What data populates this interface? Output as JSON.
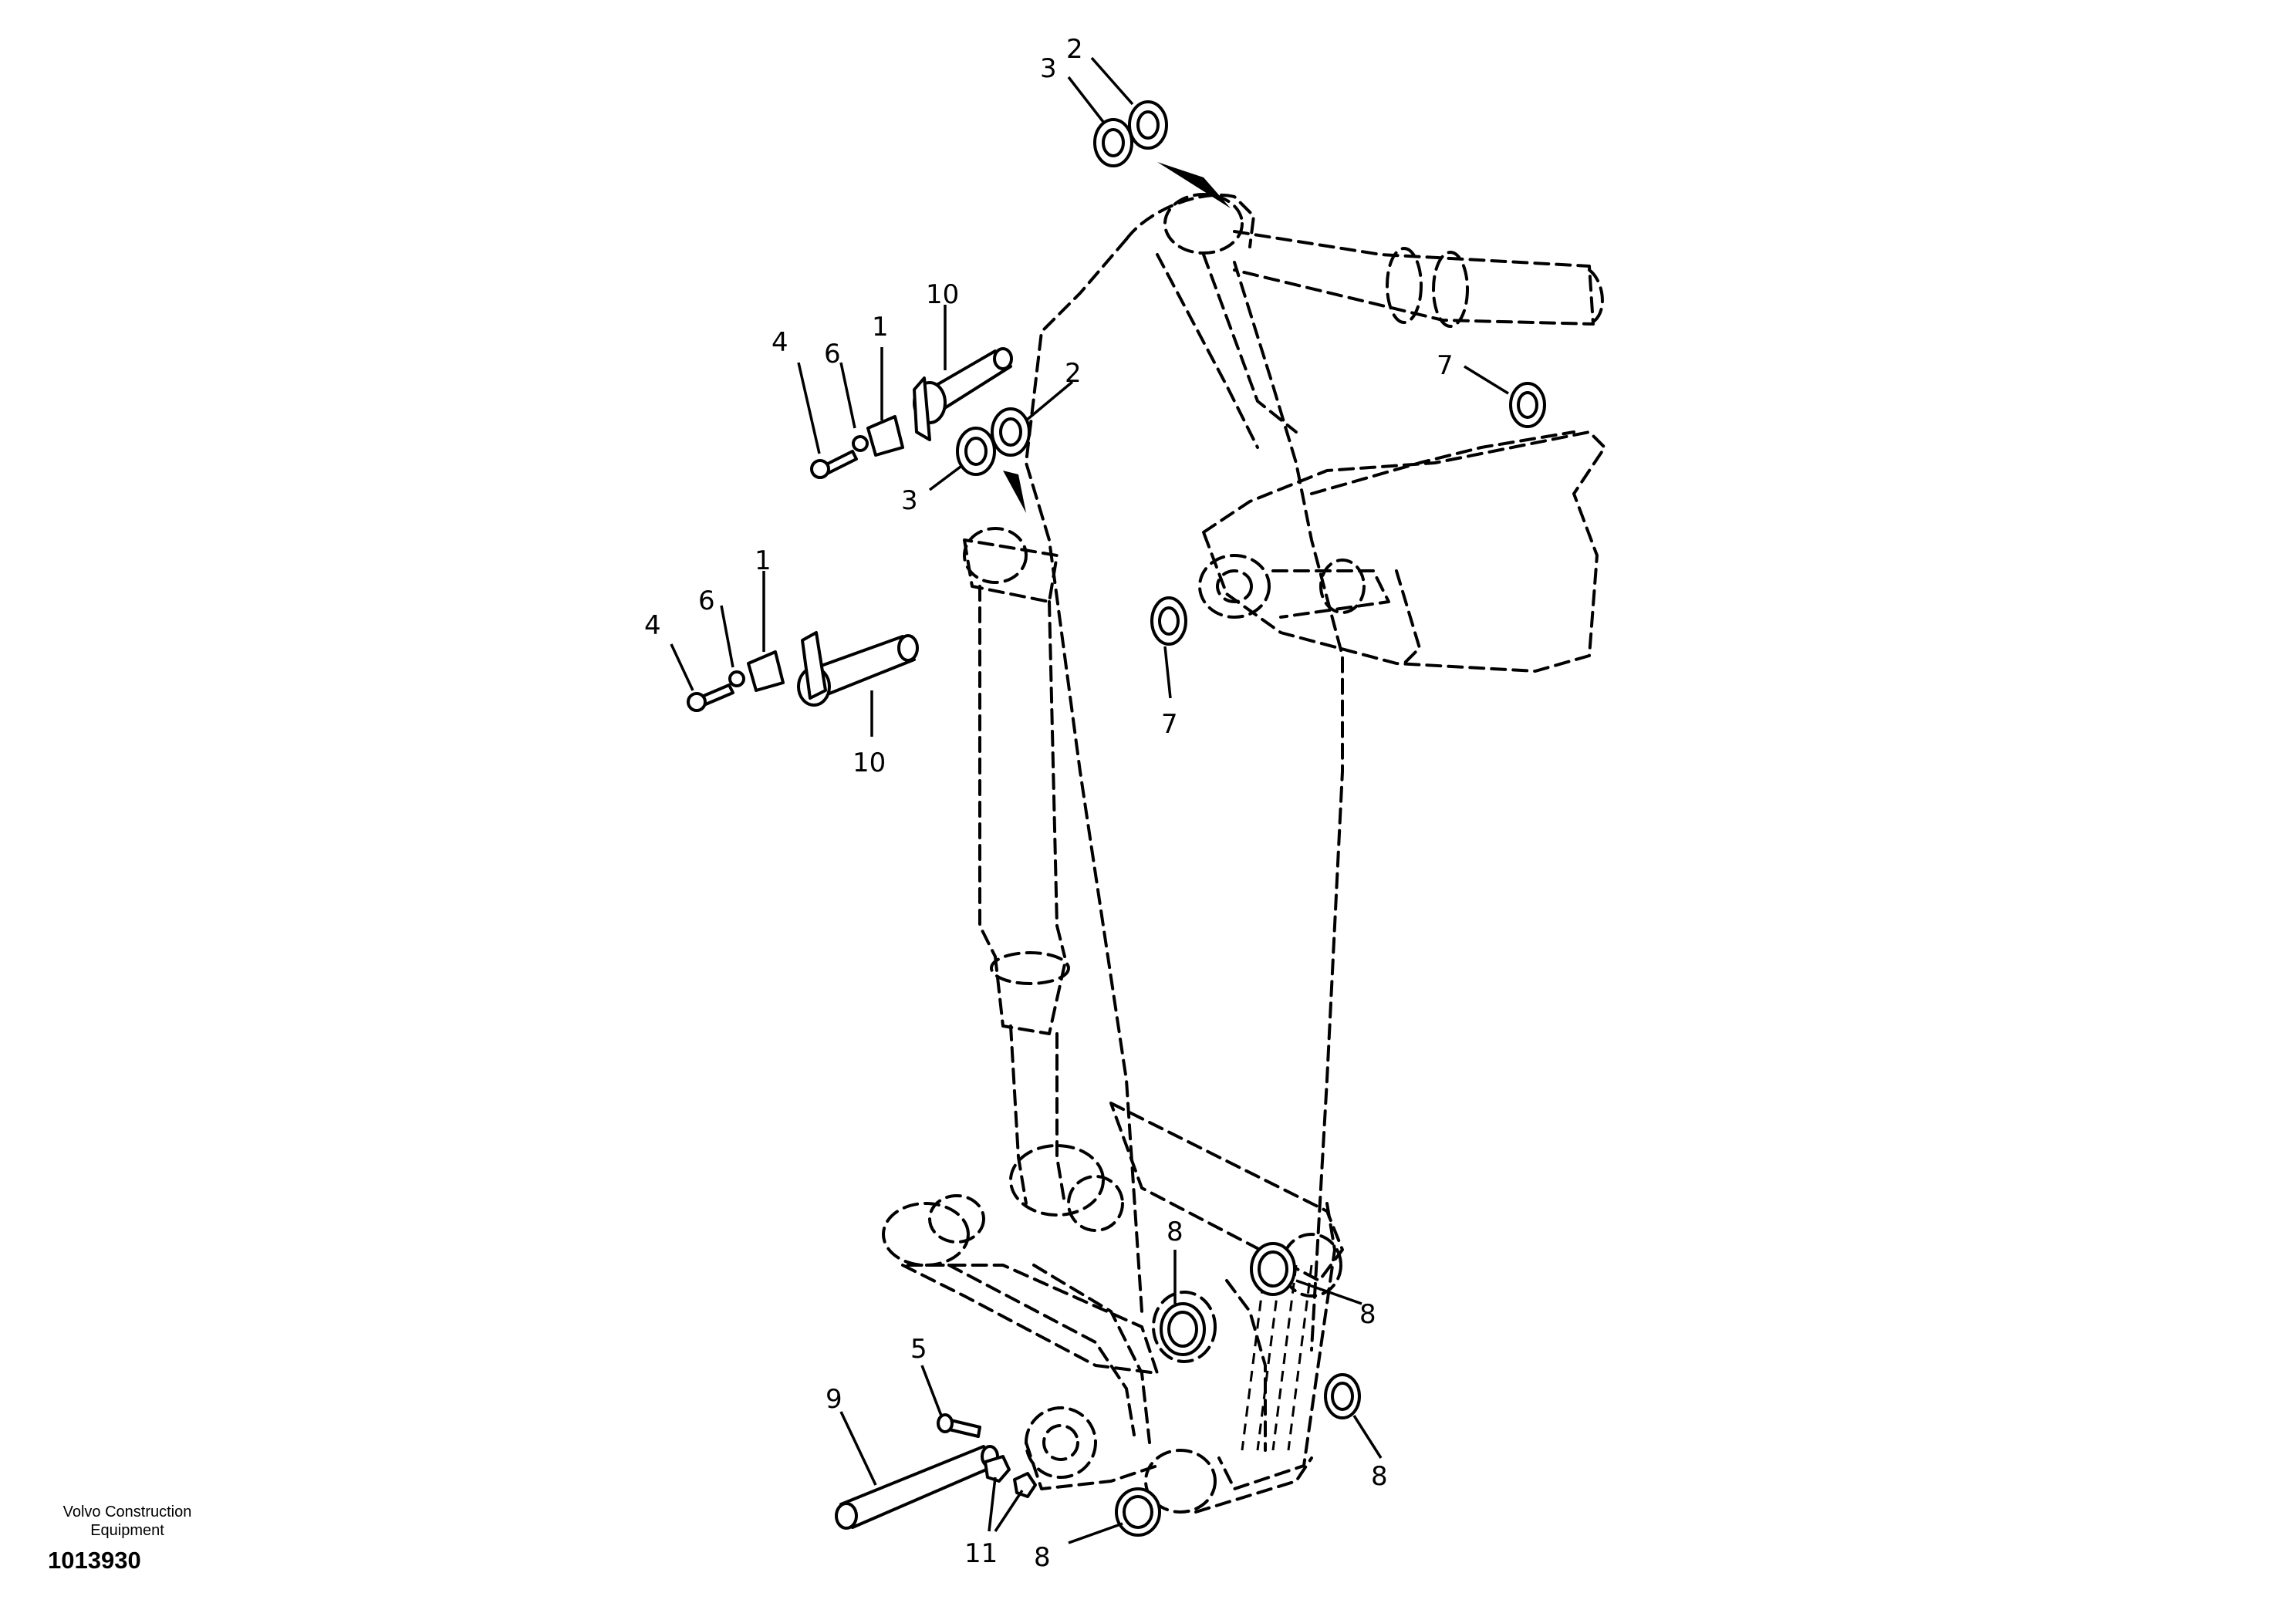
{
  "publisher_line": "Volvo Construction",
  "publisher_line2": "Equipment",
  "document_number": "1013930",
  "callouts": {
    "c1": "1",
    "c2": "2",
    "c3": "3",
    "c4": "4",
    "c5": "5",
    "c6": "6",
    "c7": "7",
    "c8": "8",
    "c9": "9",
    "c10": "10",
    "c11": "11"
  }
}
